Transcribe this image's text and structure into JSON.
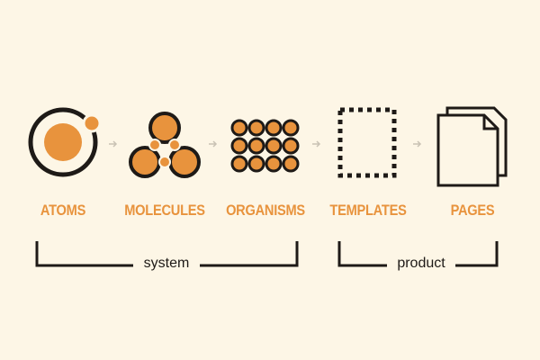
{
  "stages": [
    {
      "label": "ATOMS",
      "icon": "atom-icon"
    },
    {
      "label": "MOLECULES",
      "icon": "molecule-icon"
    },
    {
      "label": "ORGANISMS",
      "icon": "organism-icon"
    },
    {
      "label": "TEMPLATES",
      "icon": "template-icon"
    },
    {
      "label": "PAGES",
      "icon": "pages-icon"
    }
  ],
  "groups": [
    {
      "label": "system"
    },
    {
      "label": "product"
    }
  ],
  "colors": {
    "background": "#fdf6e6",
    "accent": "#e8933d",
    "ink": "#1e1a17",
    "arrow": "#c9c2b4"
  }
}
